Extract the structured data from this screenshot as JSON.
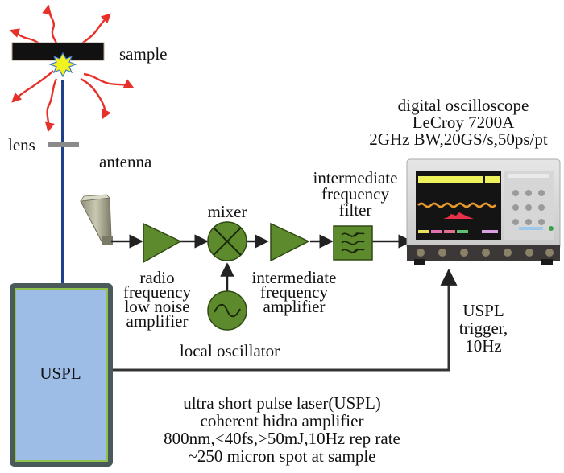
{
  "diagram": {
    "title": "USPL-driven sample emission detection setup",
    "colors": {
      "component_fill": "#5e8a2e",
      "component_stroke": "#2d4a12",
      "laser_fill": "#9dbde6",
      "laser_border": "#4a5a5a",
      "laser_inner_border": "#8fc24a",
      "beam": "#1f3f8a",
      "emission_waves": "#e8302a",
      "spark": "#f2f21e",
      "sample": "#111111",
      "lens": "#8a8a8a",
      "wire": "#222222"
    },
    "labels": {
      "sample": "sample",
      "lens": "lens",
      "antenna": "antenna",
      "mixer": "mixer",
      "rf_lna": [
        "radio",
        "frequency",
        "low noise",
        "amplifier"
      ],
      "if_amplifier": [
        "intermediate",
        "frequency",
        "amplifier"
      ],
      "local_oscillator": "local oscillator",
      "if_filter": [
        "intermediate",
        "frequency",
        "filter"
      ],
      "oscilloscope": [
        "digital oscilloscope",
        "LeCroy 7200A",
        "2GHz BW,20GS/s,50ps/pt"
      ],
      "trigger": [
        "USPL",
        "trigger,",
        "10Hz"
      ],
      "uspl": "USPL",
      "laser_specs": [
        "ultra short pulse laser(USPL)",
        "coherent hidra amplifier",
        "800nm,<40fs,>50mJ,10Hz rep rate",
        "~250 micron spot at sample"
      ]
    },
    "nodes": [
      {
        "id": "uspl",
        "type": "laser",
        "label": "USPL"
      },
      {
        "id": "lens",
        "type": "lens",
        "label": "lens"
      },
      {
        "id": "sample",
        "type": "target",
        "label": "sample"
      },
      {
        "id": "antenna",
        "type": "horn-antenna",
        "label": "antenna"
      },
      {
        "id": "rf_lna",
        "type": "amplifier",
        "label": "radio frequency low noise amplifier"
      },
      {
        "id": "mixer",
        "type": "mixer",
        "label": "mixer"
      },
      {
        "id": "lo",
        "type": "oscillator",
        "label": "local oscillator"
      },
      {
        "id": "if_amp",
        "type": "amplifier",
        "label": "intermediate frequency amplifier"
      },
      {
        "id": "if_filter",
        "type": "filter",
        "label": "intermediate frequency filter"
      },
      {
        "id": "scope",
        "type": "oscilloscope",
        "label": "digital oscilloscope LeCroy 7200A"
      }
    ],
    "edges": [
      {
        "from": "uspl",
        "to": "lens",
        "kind": "beam"
      },
      {
        "from": "lens",
        "to": "sample",
        "kind": "beam"
      },
      {
        "from": "antenna",
        "to": "rf_lna",
        "kind": "signal"
      },
      {
        "from": "rf_lna",
        "to": "mixer",
        "kind": "signal"
      },
      {
        "from": "lo",
        "to": "mixer",
        "kind": "signal"
      },
      {
        "from": "mixer",
        "to": "if_amp",
        "kind": "signal"
      },
      {
        "from": "if_amp",
        "to": "if_filter",
        "kind": "signal"
      },
      {
        "from": "if_filter",
        "to": "scope",
        "kind": "signal"
      },
      {
        "from": "uspl",
        "to": "scope",
        "kind": "trigger",
        "label": "USPL trigger, 10Hz"
      }
    ]
  }
}
